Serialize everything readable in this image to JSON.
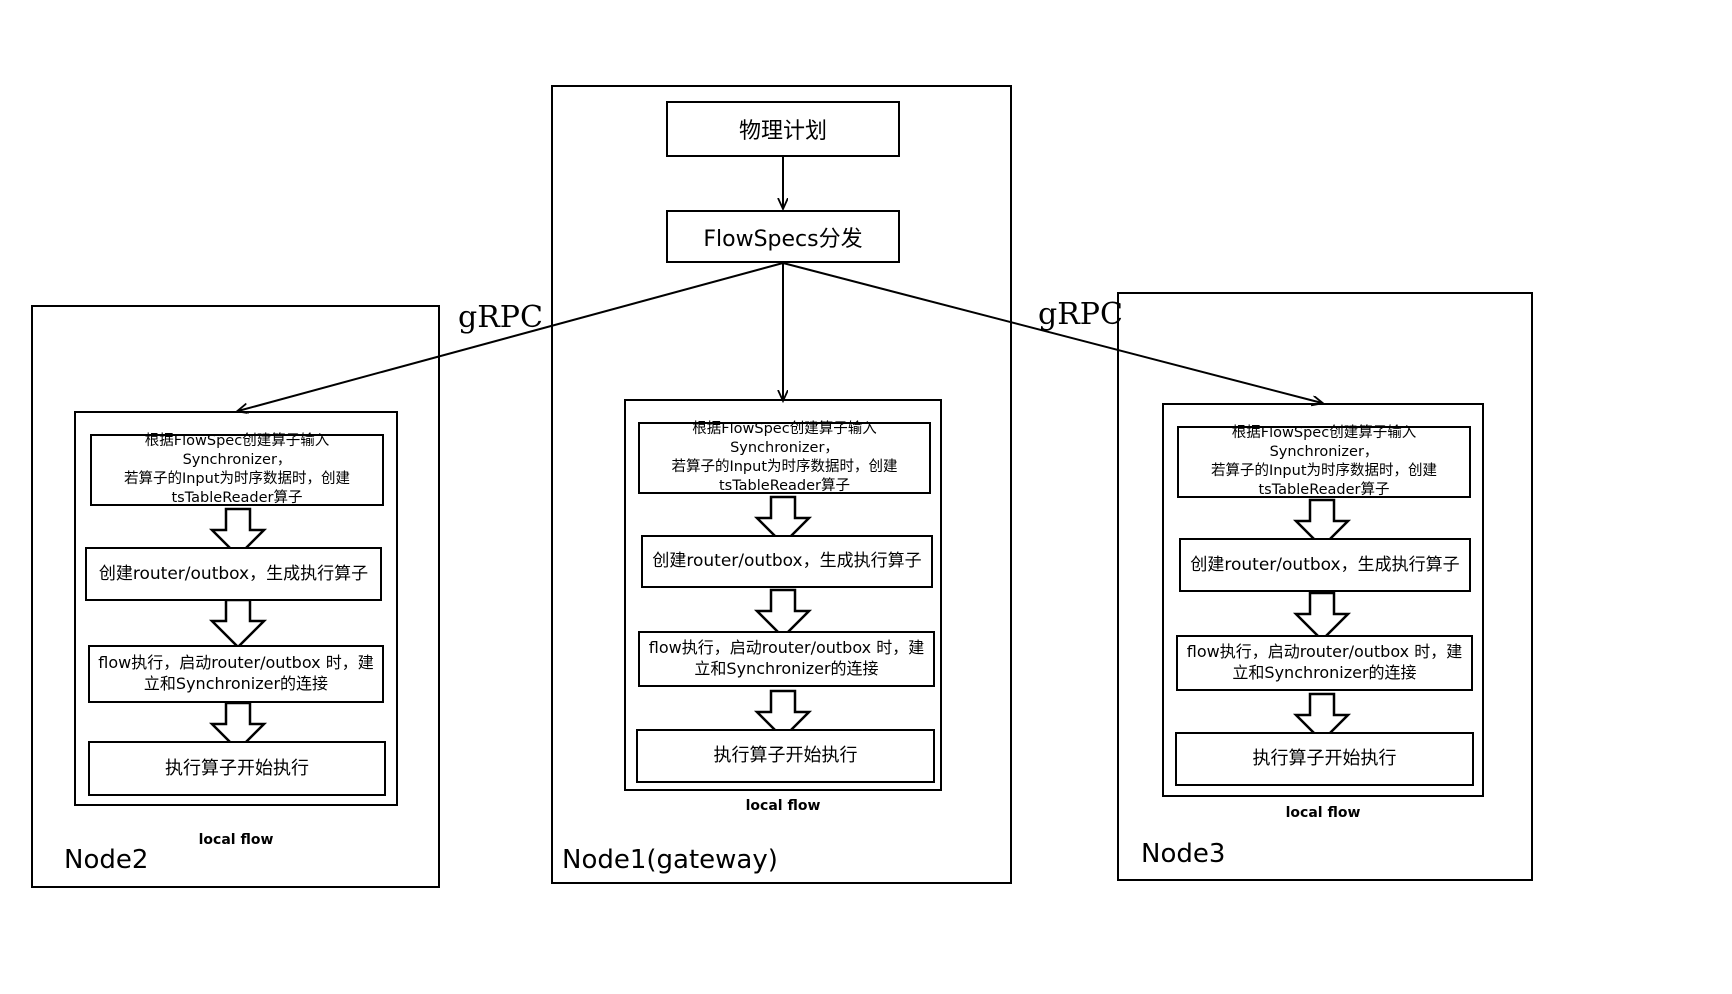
{
  "diagram": {
    "title_boxes": {
      "physical_plan": "物理计划",
      "flowspecs_dispatch": "FlowSpecs分发"
    },
    "edge_labels": {
      "grpc_left": "gRPC",
      "grpc_right": "gRPC"
    },
    "local_flow_label": "local flow",
    "steps": [
      "根据FlowSpec创建算子输入Synchronizer，\n若算子的Input为时序数据时，创建\ntsTableReader算子",
      "创建router/outbox，生成执行算子",
      "flow执行，启动router/outbox 时，建\n立和Synchronizer的连接",
      "执行算子开始执行"
    ],
    "nodes": [
      {
        "id": "node2",
        "label": "Node2"
      },
      {
        "id": "node1",
        "label": "Node1(gateway)"
      },
      {
        "id": "node3",
        "label": "Node3"
      }
    ],
    "colors": {
      "stroke": "#000000",
      "background": "#ffffff",
      "text": "#000000"
    }
  }
}
